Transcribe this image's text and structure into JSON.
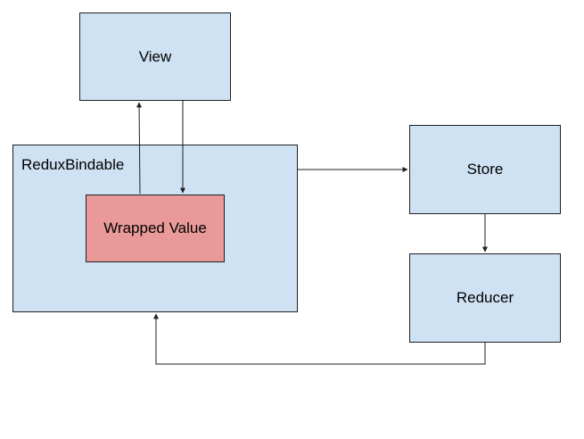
{
  "diagram": {
    "nodes": {
      "view": {
        "label": "View"
      },
      "redux_bindable": {
        "label": "ReduxBindable"
      },
      "wrapped_value": {
        "label": "Wrapped Value"
      },
      "store": {
        "label": "Store"
      },
      "reducer": {
        "label": "Reducer"
      }
    },
    "edges": [
      {
        "from": "wrapped_value",
        "to": "view"
      },
      {
        "from": "view",
        "to": "wrapped_value"
      },
      {
        "from": "redux_bindable",
        "to": "store"
      },
      {
        "from": "store",
        "to": "reducer"
      },
      {
        "from": "reducer",
        "to": "redux_bindable"
      }
    ],
    "colors": {
      "box_fill": "#cfe2f3",
      "highlight_fill": "#ea9999",
      "border": "#1f1f1f"
    }
  }
}
